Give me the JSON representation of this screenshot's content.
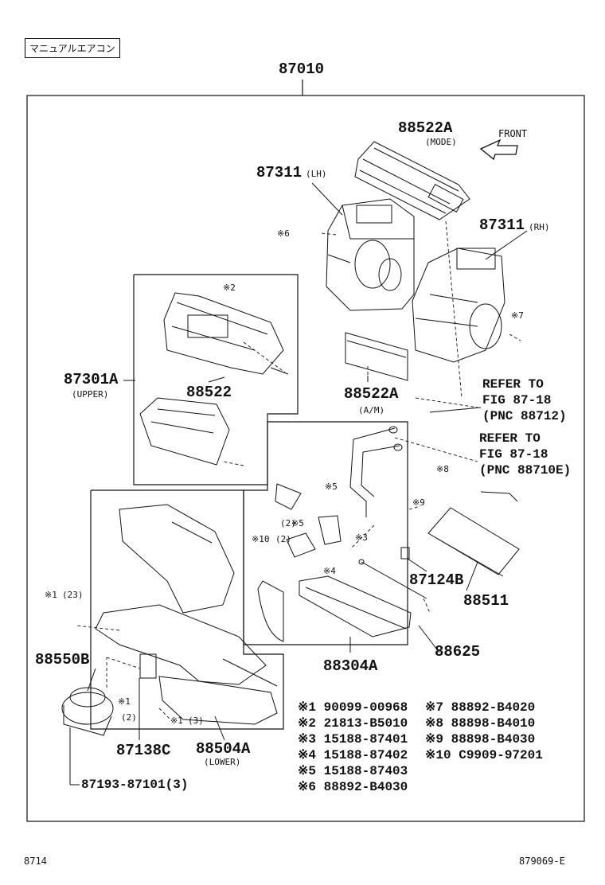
{
  "header": {
    "tag": "マニュアルエアコン"
  },
  "main_part": "87010",
  "front_label": "FRONT",
  "callouts": [
    {
      "id": "88522A_mode",
      "num": "88522A",
      "sub": "(MODE)"
    },
    {
      "id": "87311_lh",
      "num": "87311",
      "sub": "(LH)"
    },
    {
      "id": "87311_rh",
      "num": "87311",
      "sub": "(RH)"
    },
    {
      "id": "87301A",
      "num": "87301A",
      "sub": "(UPPER)"
    },
    {
      "id": "88522",
      "num": "88522",
      "sub": ""
    },
    {
      "id": "88522A_am",
      "num": "88522A",
      "sub": "(A/M)"
    },
    {
      "id": "87124B",
      "num": "87124B",
      "sub": ""
    },
    {
      "id": "88511",
      "num": "88511",
      "sub": ""
    },
    {
      "id": "88625",
      "num": "88625",
      "sub": ""
    },
    {
      "id": "88304A",
      "num": "88304A",
      "sub": ""
    },
    {
      "id": "88550B",
      "num": "88550B",
      "sub": ""
    },
    {
      "id": "87138C",
      "num": "87138C",
      "sub": ""
    },
    {
      "id": "88504A",
      "num": "88504A",
      "sub": "(LOWER)"
    },
    {
      "id": "bolt",
      "num": "87193-87101(3)",
      "sub": ""
    }
  ],
  "refer": [
    {
      "l1": "REFER TO",
      "l2": "FIG 87-18",
      "l3": "(PNC 88712)"
    },
    {
      "l1": "REFER TO",
      "l2": "FIG 87-18",
      "l3": "(PNC 88710E)"
    }
  ],
  "marks": {
    "m6": "※6",
    "m2": "※2",
    "m7": "※7",
    "m8": "※8",
    "m9": "※9",
    "m5a": "※5",
    "m5b": "※5",
    "m3": "※3",
    "m10": "※10",
    "m10q": "(2)",
    "m5bq": "(2)",
    "m4": "※4",
    "m1a": "※1",
    "m1aq": "(23)",
    "m1b": "※1",
    "m1bq": "(2)",
    "m1c": "※1",
    "m1cq": "(3)"
  },
  "legend": [
    {
      "mark": "※1",
      "part": "90099-00968"
    },
    {
      "mark": "※2",
      "part": "21813-B5010"
    },
    {
      "mark": "※3",
      "part": "15188-87401"
    },
    {
      "mark": "※4",
      "part": "15188-87402"
    },
    {
      "mark": "※5",
      "part": "15188-87403"
    },
    {
      "mark": "※6",
      "part": "88892-B4030"
    },
    {
      "mark": "※7",
      "part": "88892-B4020"
    },
    {
      "mark": "※8",
      "part": "88898-B4010"
    },
    {
      "mark": "※9",
      "part": "88898-B4030"
    },
    {
      "mark": "※10",
      "part": "C9909-97201"
    }
  ],
  "footer": {
    "left": "8714",
    "right": "879069-E"
  }
}
